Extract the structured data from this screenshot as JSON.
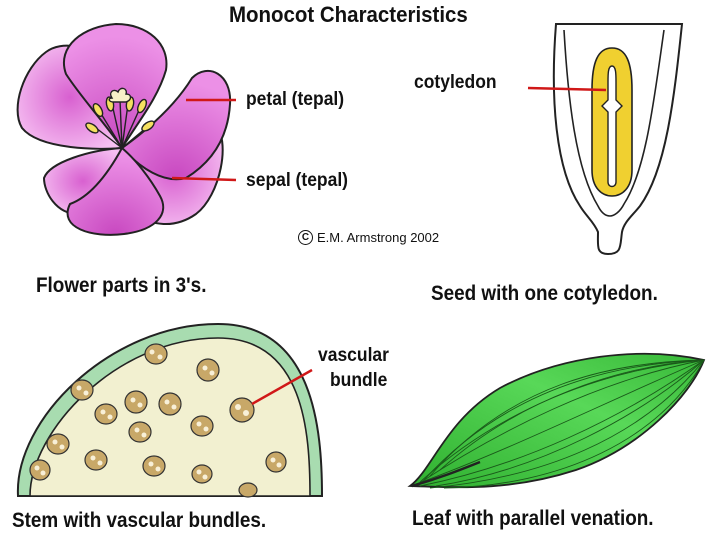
{
  "title": "Monocot Characteristics",
  "flower": {
    "petal_label": "petal (tepal)",
    "sepal_label": "sepal (tepal)",
    "caption": "Flower parts in 3's."
  },
  "seed": {
    "cotyledon_label": "cotyledon",
    "caption": "Seed with one cotyledon."
  },
  "copyright": {
    "symbol": "C",
    "text": "E.M. Armstrong 2002"
  },
  "stem": {
    "label_line1": "vascular",
    "label_line2": "bundle",
    "caption": "Stem with vascular bundles."
  },
  "leaf": {
    "caption": "Leaf with parallel venation."
  },
  "colors": {
    "petal": "#e070d8",
    "sepal": "#f0a8ec",
    "leader_line": "#d01818",
    "cotyledon": "#f0d030",
    "stem_fill": "#f2f0d0",
    "stem_rind": "#a8dcb0",
    "bundle": "#c8a868",
    "leaf": "#3cc83c"
  }
}
